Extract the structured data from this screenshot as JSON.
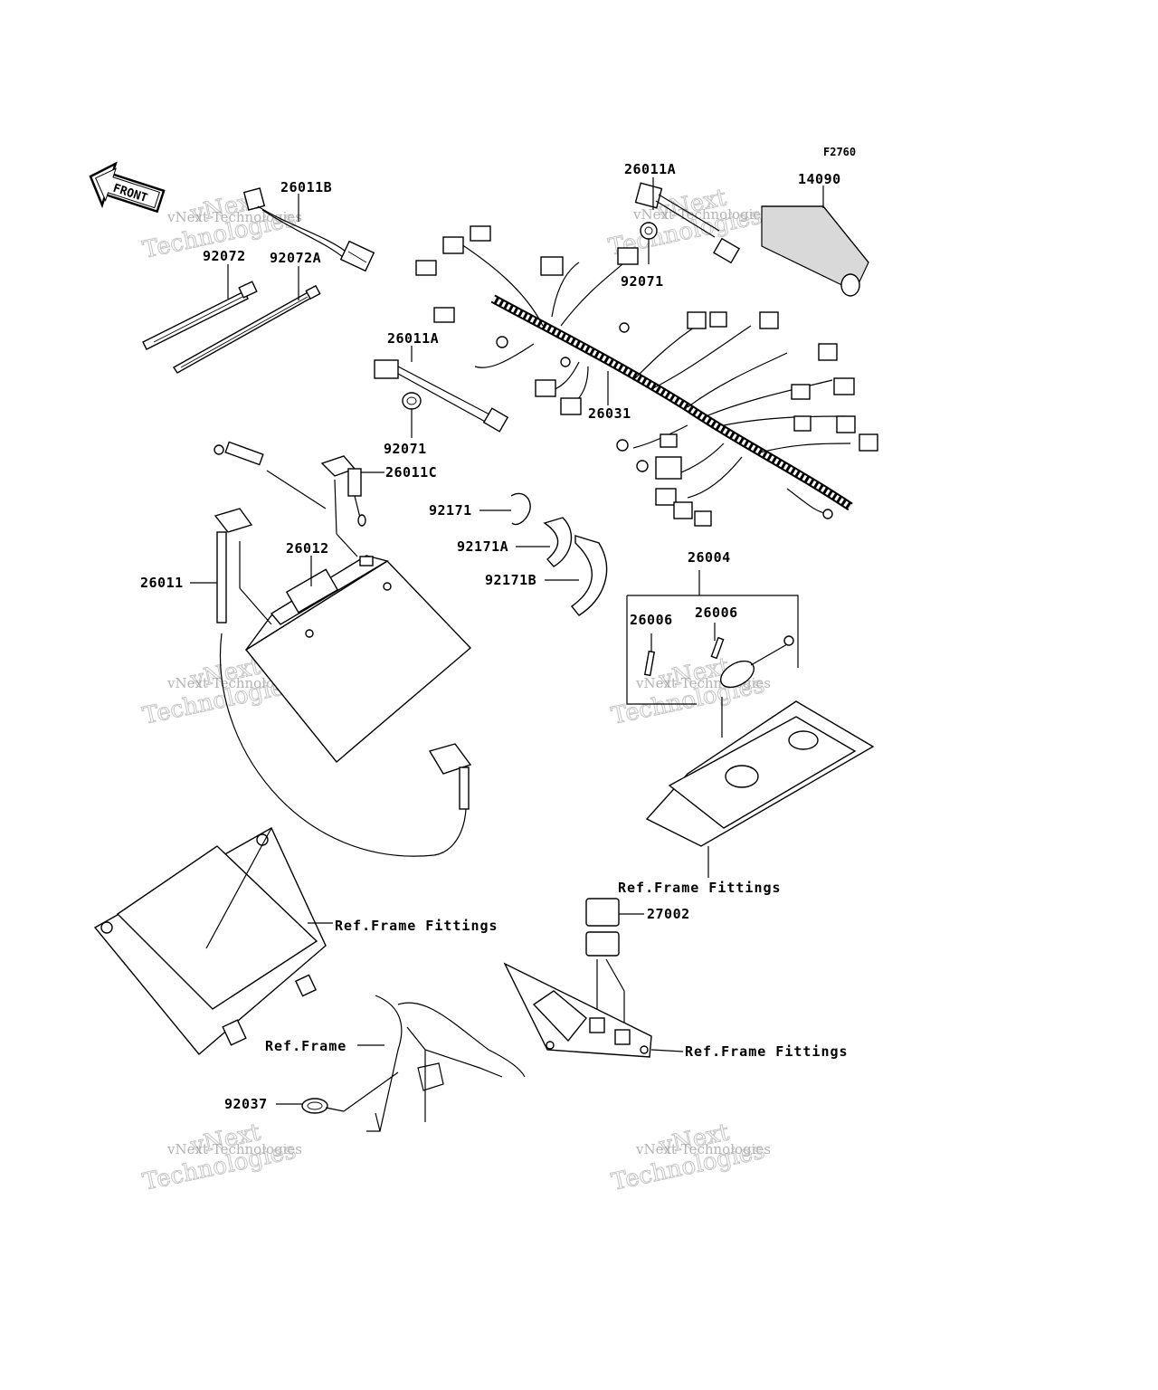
{
  "figure_code": "F2760",
  "front_indicator": "FRONT",
  "parts": {
    "p26011B": "26011B",
    "p92072": "92072",
    "p92072A": "92072A",
    "p26011A_top": "26011A",
    "p14090": "14090",
    "p92071_top": "92071",
    "p26011A_left": "26011A",
    "p26031": "26031",
    "p92071_left": "92071",
    "p26011C": "26011C",
    "p92171": "92171",
    "p92171A": "92171A",
    "p92171B": "92171B",
    "p26012": "26012",
    "p26011": "26011",
    "p26004": "26004",
    "p26006_a": "26006",
    "p26006_b": "26006",
    "p27002": "27002",
    "p92037": "92037"
  },
  "refs": {
    "frame_fittings_1": "Ref.Frame Fittings",
    "frame_fittings_2": "Ref.Frame Fittings",
    "frame_fittings_3": "Ref.Frame Fittings",
    "frame": "Ref.Frame"
  },
  "watermark": {
    "line1": "vNext Technologies",
    "line2": "Technologies",
    "line3": "vNext"
  }
}
